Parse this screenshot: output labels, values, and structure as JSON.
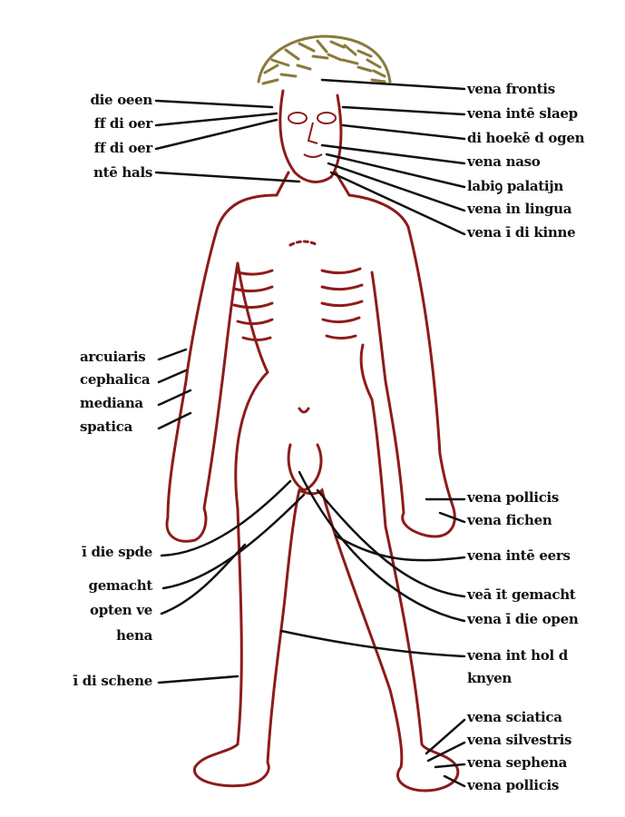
{
  "colors": {
    "body_outline": "#8e1b1b",
    "leader_lines": "#111111",
    "hair": "#8a7a3a",
    "paper": "#ffffff"
  },
  "labels_right_head": [
    "vena frontis",
    "vena intē slaep",
    "di hoekē d ogen",
    "vena naso",
    "labiꝯ palatijn",
    "vena in lingua",
    "vena ī di kinne"
  ],
  "labels_left_head": [
    "die oeen",
    "ff di oer",
    "ff di oer",
    "ntē hals"
  ],
  "labels_left_arm": [
    "arcuiaris",
    "cephalica",
    "mediana",
    "spatica"
  ],
  "labels_right_hand": [
    "vena pollicis",
    "vena fichen"
  ],
  "labels_right_leg": [
    "vena intē eers",
    "veā īt gemacht",
    "vena ī die open",
    "vena int hol d",
    "knyen"
  ],
  "labels_left_leg": [
    "ī die spde",
    "gemacht",
    "opten ve",
    "hena",
    "ī di schene"
  ],
  "labels_right_foot": [
    "vena sciatica",
    "vena silvestris",
    "vena sephena",
    "vena pollicis"
  ]
}
